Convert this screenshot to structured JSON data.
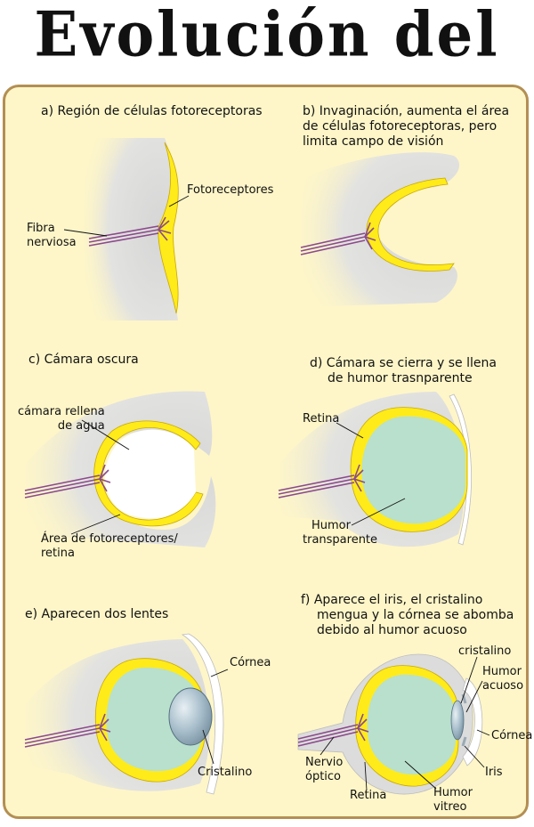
{
  "title": "Evolución del ojo",
  "captions": {
    "a": "a) Región de células fotoreceptoras",
    "b": [
      "b) Invaginación, aumenta el área",
      "de células fotoreceptoras, pero",
      "limita campo de visión"
    ],
    "c": "c) Cámara oscura",
    "d": [
      "d) Cámara se cierra y se llena",
      "de humor trasnparente"
    ],
    "e": "e) Aparecen dos lentes",
    "f": [
      "f) Aparece el iris, el cristalino",
      "mengua y la córnea se abomba",
      "debido al humor acuoso"
    ]
  },
  "labels": {
    "a_fotoreceptores": "Fotoreceptores",
    "a_fibra": [
      "Fibra",
      "nerviosa"
    ],
    "c_camara": [
      "cámara rellena",
      "de agua"
    ],
    "c_area": [
      "Área de fotoreceptores/",
      "retina"
    ],
    "d_retina": "Retina",
    "d_humor": [
      "Humor",
      "transparente"
    ],
    "e_cornea": "Córnea",
    "e_cristalino": "Cristalino",
    "f_cristalino": "cristalino",
    "f_humor_acuoso": [
      "Humor",
      "acuoso"
    ],
    "f_cornea": "Córnea",
    "f_iris": "Iris",
    "f_nervio": [
      "Nervio",
      "óptico"
    ],
    "f_retina": "Retina",
    "f_vitreo": [
      "Humor",
      "vitreo"
    ]
  },
  "colors": {
    "tissue": "#dcdcdc",
    "photoreceptor": "#ffeb1a",
    "nerve": "#8b4a8b",
    "humor": "#b9e0cc",
    "lens": "#9fb4c4",
    "cornea": "#ffffff",
    "panel": "#fef6c8",
    "border": "#b38f53"
  }
}
